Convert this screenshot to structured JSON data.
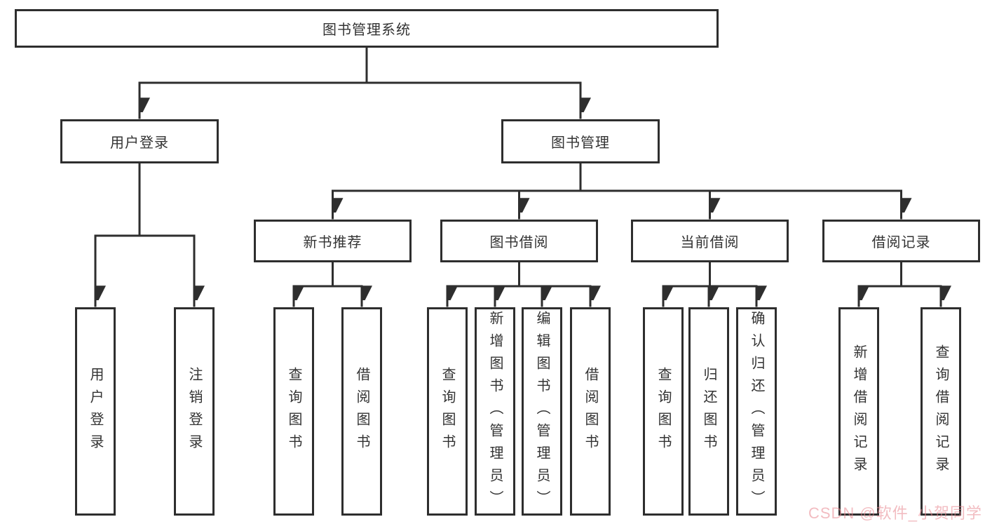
{
  "colors": {
    "line": "#2e2e2e",
    "box_border": "#2e2e2e",
    "text": "#333333",
    "background": "#ffffff",
    "watermark": "#e8868f"
  },
  "diagram": {
    "root": {
      "label": "图书管理系统"
    },
    "branches": [
      {
        "label": "用户登录",
        "leaves": [
          {
            "label": "用户登录"
          },
          {
            "label": "注销登录"
          }
        ]
      },
      {
        "label": "图书管理",
        "groups": [
          {
            "label": "新书推荐",
            "leaves": [
              {
                "label": "查询图书"
              },
              {
                "label": "借阅图书"
              }
            ]
          },
          {
            "label": "图书借阅",
            "leaves": [
              {
                "label": "查询图书"
              },
              {
                "label": "新增图书（管理员）"
              },
              {
                "label": "编辑图书（管理员）"
              },
              {
                "label": "借阅图书"
              }
            ]
          },
          {
            "label": "当前借阅",
            "leaves": [
              {
                "label": "查询图书"
              },
              {
                "label": "归还图书"
              },
              {
                "label": "确认归还（管理员）"
              }
            ]
          },
          {
            "label": "借阅记录",
            "leaves": [
              {
                "label": "新增借阅记录"
              },
              {
                "label": "查询借阅记录"
              }
            ]
          }
        ]
      }
    ],
    "watermark": "CSDN @软件_小贺同学"
  }
}
